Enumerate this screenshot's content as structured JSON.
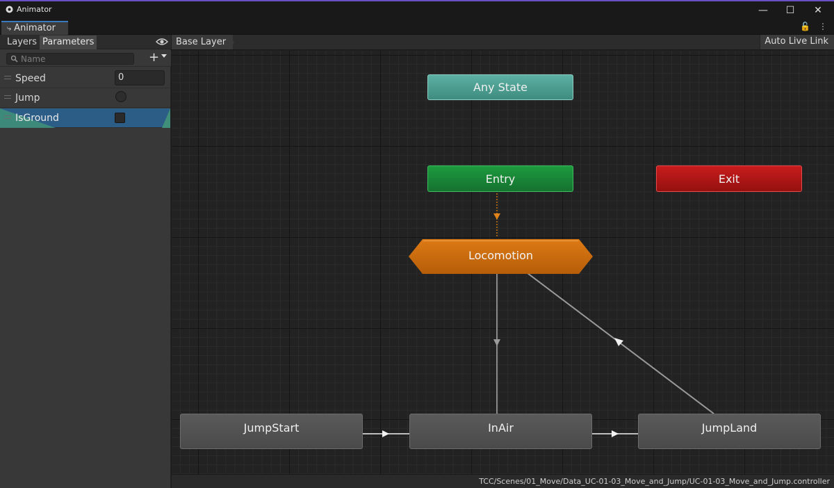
{
  "window": {
    "title": "Animator",
    "controls": {
      "minimize": "—",
      "maximize": "☐",
      "close": "✕"
    }
  },
  "tab": {
    "label": "Animator"
  },
  "tab_tools": {
    "lock": "🔓",
    "menu": "⋮"
  },
  "left_panel": {
    "tabs": [
      {
        "label": "Layers"
      },
      {
        "label": "Parameters"
      }
    ],
    "search": {
      "placeholder": "Name",
      "value": ""
    },
    "add_label": "+",
    "parameters": [
      {
        "name": "Speed",
        "type": "float",
        "value": "0"
      },
      {
        "name": "Jump",
        "type": "trigger"
      },
      {
        "name": "IsGround",
        "type": "bool",
        "checked": false,
        "selected": true
      }
    ]
  },
  "graph_header": {
    "breadcrumb": "Base Layer",
    "live_link": "Auto Live Link"
  },
  "nodes": {
    "any_state": "Any State",
    "entry": "Entry",
    "exit": "Exit",
    "locomotion": "Locomotion",
    "jump_start": "JumpStart",
    "in_air": "InAir",
    "jump_land": "JumpLand"
  },
  "colors": {
    "any_state": "#4e9e91",
    "entry": "#17813a",
    "exit": "#b01515",
    "locomotion": "#c86a0e",
    "state": "#525252",
    "selection": "#2c5d87"
  },
  "status": {
    "path": "TCC/Scenes/01_Move/Data_UC-01-03_Move_and_Jump/UC-01-03_Move_and_Jump.controller"
  }
}
